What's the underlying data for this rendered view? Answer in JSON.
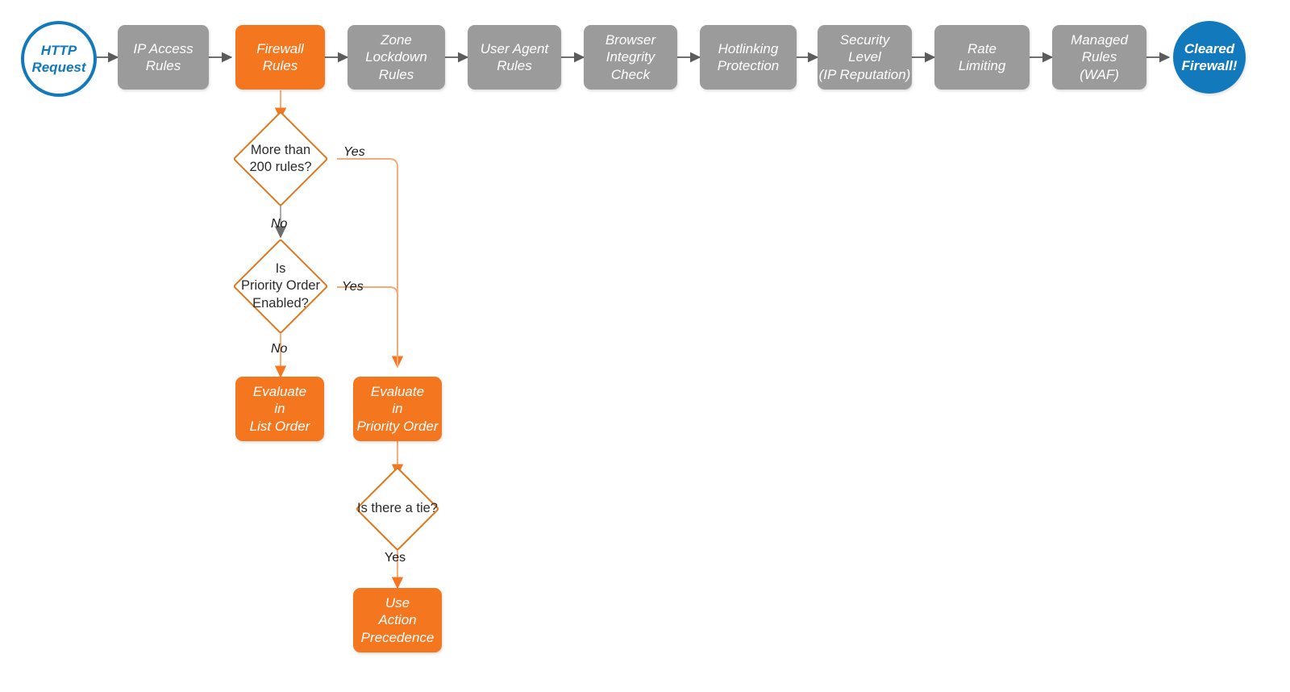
{
  "diagram": {
    "title": "Cloudflare HTTP request firewall evaluation order",
    "colors": {
      "grey_node": "#9b9b9b",
      "orange_node": "#f4761f",
      "blue_terminal": "#1279bd",
      "orange_stroke": "#e2761b",
      "light_orange_edge": "#f7a977",
      "grey_edge": "#5c5c5c",
      "background": "#ffffff"
    },
    "pipeline": [
      {
        "id": "http-request",
        "label": "HTTP\nRequest",
        "shape": "circle",
        "style": "blue-outline"
      },
      {
        "id": "ip-access-rules",
        "label": "IP Access\nRules",
        "shape": "rounded-rect",
        "style": "grey"
      },
      {
        "id": "firewall-rules",
        "label": "Firewall\nRules",
        "shape": "rounded-rect",
        "style": "orange"
      },
      {
        "id": "zone-lockdown-rules",
        "label": "Zone\nLockdown\nRules",
        "shape": "rounded-rect",
        "style": "grey"
      },
      {
        "id": "user-agent-rules",
        "label": "User Agent\nRules",
        "shape": "rounded-rect",
        "style": "grey"
      },
      {
        "id": "browser-integrity-check",
        "label": "Browser\nIntegrity\nCheck",
        "shape": "rounded-rect",
        "style": "grey"
      },
      {
        "id": "hotlinking-protection",
        "label": "Hotlinking\nProtection",
        "shape": "rounded-rect",
        "style": "grey"
      },
      {
        "id": "security-level",
        "label": "Security\nLevel\n(IP Reputation)",
        "shape": "rounded-rect",
        "style": "grey"
      },
      {
        "id": "rate-limiting",
        "label": "Rate\nLimiting",
        "shape": "rounded-rect",
        "style": "grey"
      },
      {
        "id": "managed-rules-waf",
        "label": "Managed\nRules\n(WAF)",
        "shape": "rounded-rect",
        "style": "grey"
      },
      {
        "id": "cleared-firewall",
        "label": "Cleared\nFirewall!",
        "shape": "circle",
        "style": "blue-filled"
      }
    ],
    "decisions": [
      {
        "id": "more-than-200-rules",
        "label": "More than\n200 rules?"
      },
      {
        "id": "is-priority-order-enabled",
        "label": "Is\nPriority Order\nEnabled?"
      },
      {
        "id": "is-there-a-tie",
        "label": "Is there a tie?"
      }
    ],
    "outcomes": [
      {
        "id": "evaluate-in-list-order",
        "label": "Evaluate\nin\nList Order"
      },
      {
        "id": "evaluate-in-priority-order",
        "label": "Evaluate\nin\nPriority Order"
      },
      {
        "id": "use-action-precedence",
        "label": "Use\nAction\nPrecedence"
      }
    ],
    "edge_labels": {
      "more_than_200_yes": "Yes",
      "more_than_200_no": "No",
      "priority_order_yes": "Yes",
      "priority_order_no": "No",
      "tie_yes": "Yes"
    }
  }
}
